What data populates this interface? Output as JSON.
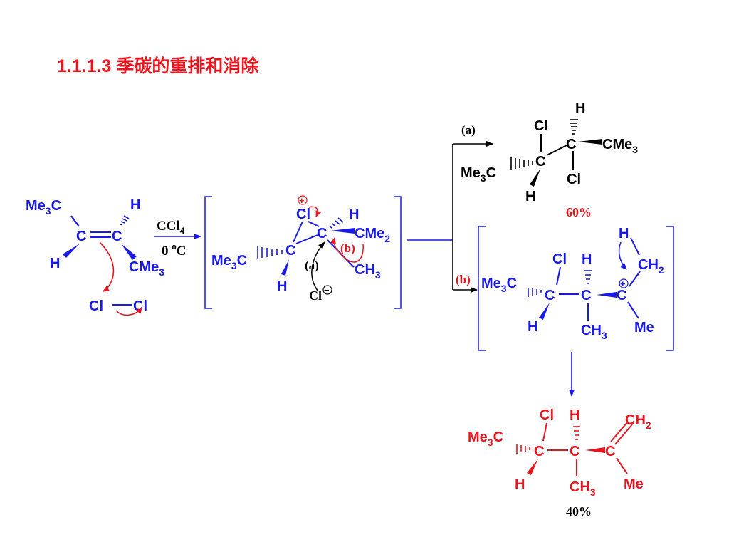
{
  "title": "1.1.1.3 季碳的重排和消除",
  "colors": {
    "title": "#e8141e",
    "blue": "#1a1ae6",
    "red": "#e8141e",
    "black": "#000000"
  },
  "reactant": {
    "me3c": "Me",
    "me3c_sub": "3",
    "me3c_c": "C",
    "h_top": "H",
    "c_left": "C",
    "c_right": "C",
    "h_bottom": "H",
    "cme3": "CMe",
    "cme3_sub": "3",
    "cl_left": "Cl",
    "cl_right": "Cl"
  },
  "conditions": {
    "reagent": "CCl",
    "reagent_sub": "4",
    "temp": "0 ",
    "temp_sup": "o",
    "temp_unit": "C"
  },
  "intermediate": {
    "cl": "Cl",
    "plus": "+",
    "h_top": "H",
    "c_right": "C",
    "cme2": "CMe",
    "cme2_sub": "2",
    "b_label": "(b)",
    "me3c": "Me",
    "me3c_sub": "3",
    "me3c_c": "C",
    "c_left": "C",
    "a_label": "(a)",
    "ch3": "CH",
    "ch3_sub": "3",
    "h_bottom": "H",
    "cl_minus": "Cl",
    "minus": "−"
  },
  "path_a": {
    "label": "(a)",
    "h": "H",
    "cl_top": "Cl",
    "c_right": "C",
    "cme3": "CMe",
    "cme3_sub": "3",
    "me3c": "Me",
    "me3c_sub": "3",
    "me3c_c": "C",
    "c_left": "C",
    "cl_bottom": "Cl",
    "h_bottom": "H",
    "yield": "60%"
  },
  "path_b": {
    "label": "(b)",
    "h_ts": "H",
    "ch2": "CH",
    "ch2_sub": "2",
    "cl": "Cl",
    "h_mid": "H",
    "me3c": "Me",
    "me3c_sub": "3",
    "me3c_c": "C",
    "c1": "C",
    "c2": "C",
    "c3": "C",
    "plus": "+",
    "h_bottom": "H",
    "ch3": "CH",
    "ch3_sub": "3",
    "me": "Me"
  },
  "final_product": {
    "cl": "Cl",
    "h_top": "H",
    "ch2": "CH",
    "ch2_sub": "2",
    "me3c": "Me",
    "me3c_sub": "3",
    "me3c_c": "C",
    "c1": "C",
    "c2": "C",
    "c3": "C",
    "h_bottom": "H",
    "ch3": "CH",
    "ch3_sub": "3",
    "me": "Me",
    "yield": "40%"
  }
}
